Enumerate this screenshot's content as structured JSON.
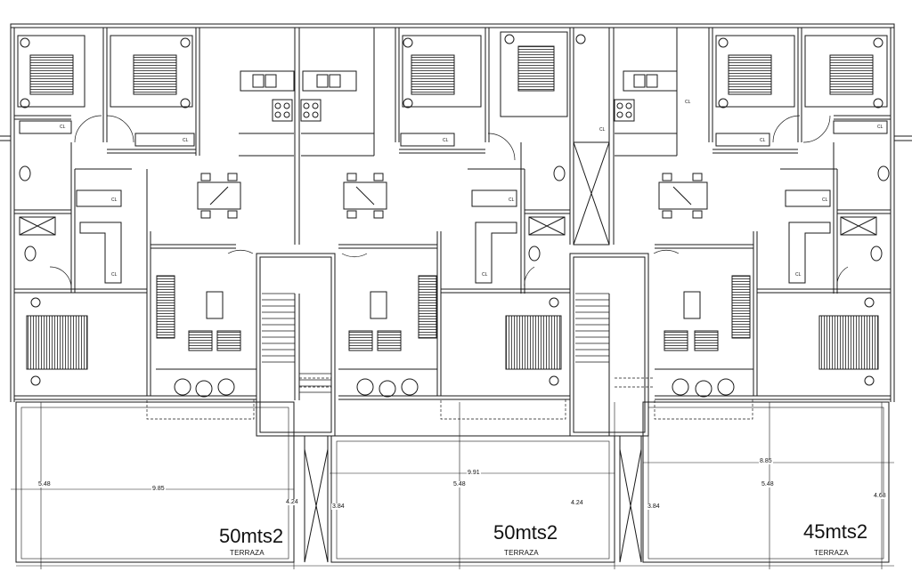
{
  "units": [
    {
      "area": "50mts2",
      "terrace_label": "TERRAZA"
    },
    {
      "area": "50mts2",
      "terrace_label": "TERRAZA"
    },
    {
      "area": "45mts2",
      "terrace_label": "TERRAZA"
    }
  ],
  "dimensions": {
    "d1": "5.48",
    "d2": "9.85",
    "d3": "4.24",
    "d4": "3.84",
    "d5": "9.91",
    "d6": "5.48",
    "d7": "4.24",
    "d8": "3.84",
    "d9": "8.85",
    "d10": "5.48",
    "d11": "4.68"
  },
  "closet_mark": "CL",
  "colors": {
    "line": "#1a1a1a",
    "background": "#ffffff",
    "text": "#111111"
  }
}
